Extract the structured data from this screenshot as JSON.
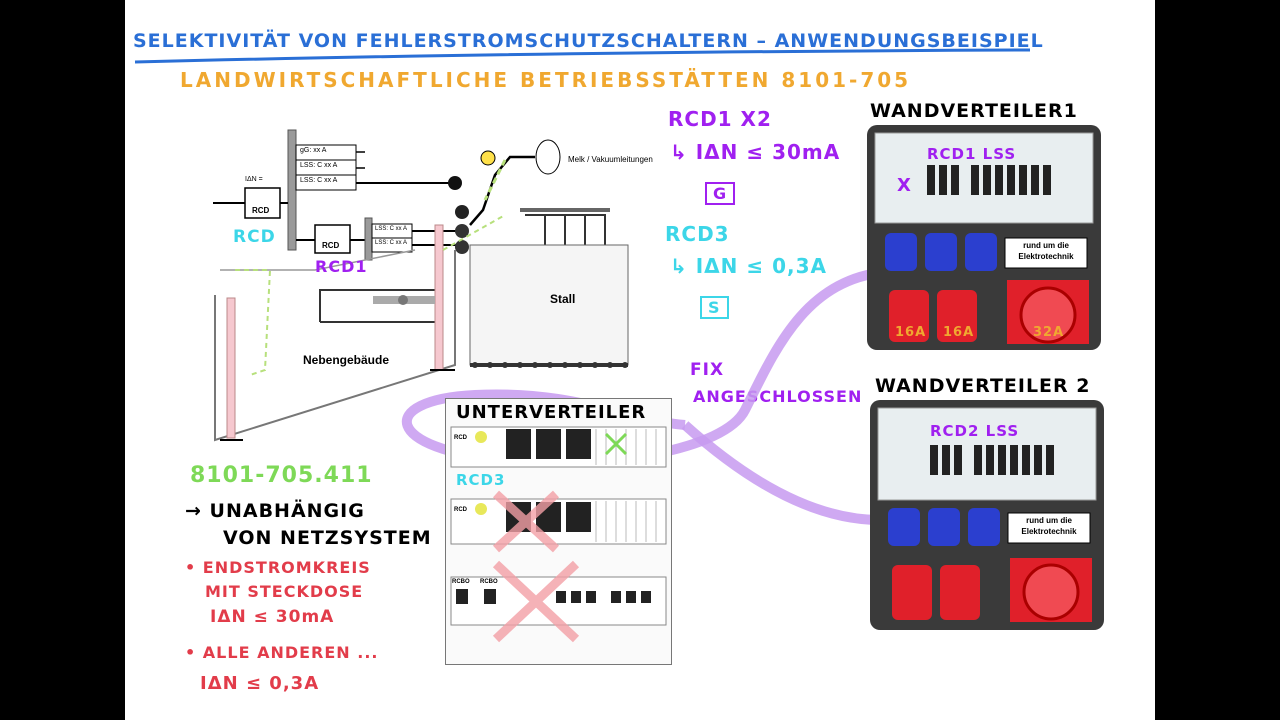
{
  "title": "SELEKTIVITÄT VON FEHLERSTROMSCHUTZSCHALTERN – ANWENDUNGSBEISPIEL",
  "subtitle": "LANDWIRTSCHAFTLICHE BETRIEBSSTÄTTEN 8101-705",
  "colors": {
    "blue": "#2a6fd6",
    "orange": "#f0a830",
    "purple": "#a020f0",
    "cyan": "#3cd6e8",
    "green": "#7ed957",
    "red": "#e23c4a",
    "lilac": "#c79af0"
  },
  "diagram": {
    "rcd_main": "RCD",
    "idn_symbol": "IΔN =",
    "breaker_1": "gG: xx A",
    "breaker_2": "LSS: C xx A",
    "breaker_3": "LSS: C xx A",
    "rcd_sub": "RCD",
    "sub_breaker_1": "LSS: C xx A",
    "sub_breaker_2": "LSS: C xx A",
    "milk_label": "Melk / Vakuumleitungen",
    "stall_label": "Stall",
    "outbuilding_label": "Nebengebäude"
  },
  "notes": {
    "rcd_label": "RCD",
    "rcd1_label": "RCD1",
    "rcd1_count": "RCD1 X2",
    "rcd1_idn": "↳ IΔN ≤ 30mA",
    "rcd1_type": "G",
    "rcd3": "RCD3",
    "rcd3_idn": "↳ IΔN ≤ 0,3A",
    "rcd3_type": "S",
    "fix": "FIX",
    "fix2": "ANGESCHLOSSEN",
    "norm": "8101-705.411",
    "arrow_line1": "→ UNABHÄNGIG",
    "arrow_line2": "VON NETZSYSTEM",
    "bullet1_l1": "• ENDSTROMKREIS",
    "bullet1_l2": "MIT STECKDOSE",
    "bullet1_l3": "IΔN ≤ 30mA",
    "bullet2_l1": "• ALLE ANDEREN ...",
    "bullet2_l2": "IΔN ≤ 0,3A"
  },
  "unterverteiler": {
    "title": "UNTERVERTEILER",
    "rcd3_label": "RCD3",
    "rcd_text": "RCD",
    "rcbo1": "RCBO",
    "rcbo2": "RCBO"
  },
  "wv1": {
    "title": "WANDVERTEILER1",
    "rcd_label": "RCD1 LSS",
    "mark": "X",
    "badge_l1": "rund um die",
    "badge_l2": "Elektrotechnik",
    "s1": "16A",
    "s2": "16A",
    "s3": "32A"
  },
  "wv2": {
    "title": "WANDVERTEILER 2",
    "rcd_label": "RCD2 LSS",
    "badge_l1": "rund um die",
    "badge_l2": "Elektrotechnik"
  }
}
